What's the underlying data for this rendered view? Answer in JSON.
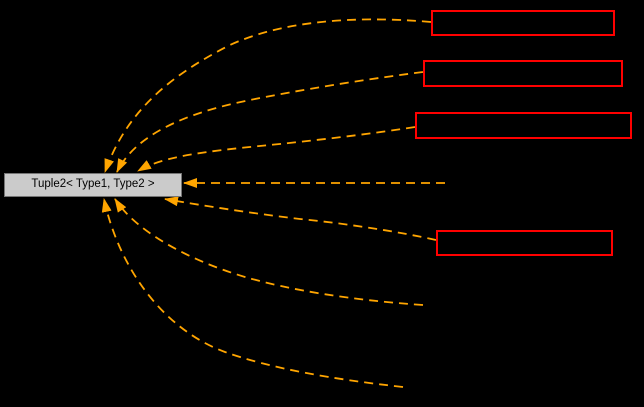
{
  "diagram": {
    "main_node": {
      "label": "Tuple2< Type1, Type2 >"
    },
    "related_nodes": [
      {
        "id": "related-class-box-1",
        "label": ""
      },
      {
        "id": "related-class-box-2",
        "label": ""
      },
      {
        "id": "related-class-box-3",
        "label": ""
      },
      {
        "id": "related-class-box-4",
        "label": ""
      }
    ],
    "edges": [
      {
        "name": "edge-box1-to-main",
        "style": "dashed",
        "from": "related-class-box-1",
        "to": "main-node"
      },
      {
        "name": "edge-box2-to-main",
        "style": "dashed",
        "from": "related-class-box-2",
        "to": "main-node"
      },
      {
        "name": "edge-box3-to-main",
        "style": "dashed",
        "from": "related-class-box-3",
        "to": "main-node"
      },
      {
        "name": "edge-right-to-main",
        "style": "dashed",
        "from": "offscreen-right",
        "to": "main-node"
      },
      {
        "name": "edge-box4-to-main",
        "style": "dashed",
        "from": "related-class-box-4",
        "to": "main-node"
      },
      {
        "name": "edge-lower-right-to-main",
        "style": "dashed",
        "from": "offscreen-lower-right",
        "to": "main-node"
      },
      {
        "name": "edge-bottom-right-to-main",
        "style": "dashed",
        "from": "offscreen-bottom-right",
        "to": "main-node"
      }
    ]
  },
  "colors": {
    "background": "#000000",
    "edge": "#ffa500",
    "node_fill": "#cbcbcb",
    "node_border": "#757575",
    "node_text": "#000000",
    "box_border": "#ff0000",
    "box_fill": "#000000"
  }
}
